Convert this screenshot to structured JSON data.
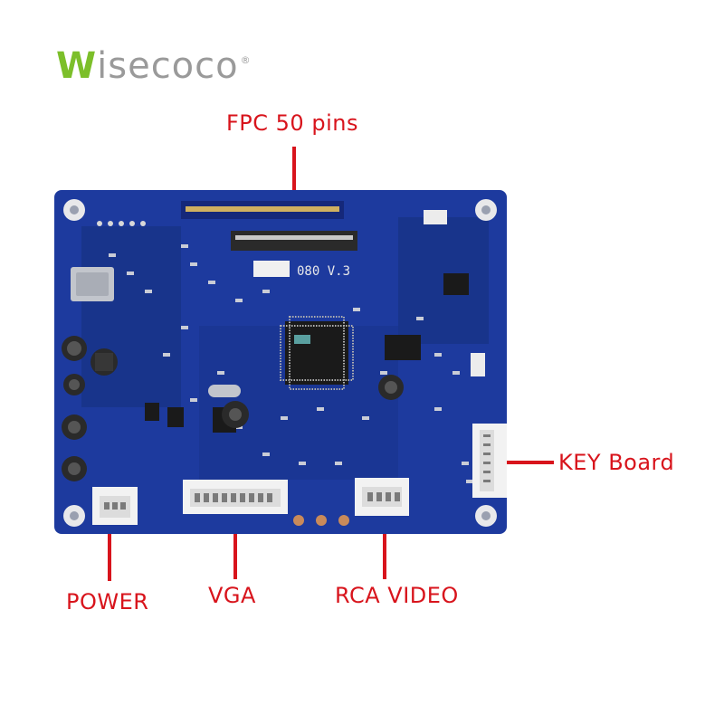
{
  "logo": {
    "brand_first": "W",
    "brand_rest": "isecoco",
    "registered": "®"
  },
  "labels": {
    "fpc": "FPC 50 pins",
    "key_board": "KEY Board",
    "power": "POWER",
    "vga": "VGA",
    "rca_video": "RCA VIDEO"
  },
  "board": {
    "version_text": "080 V.3",
    "icons": [
      "controller-board-image",
      "mounting-hole-icon",
      "chip-icon",
      "connector-icon",
      "capacitor-icon"
    ]
  },
  "colors": {
    "pcb": "#1d3a9e",
    "pcb_dark": "#15287a",
    "label_red": "#d8141c",
    "logo_green": "#7cbf2a",
    "logo_gray": "#9a9a9a"
  }
}
